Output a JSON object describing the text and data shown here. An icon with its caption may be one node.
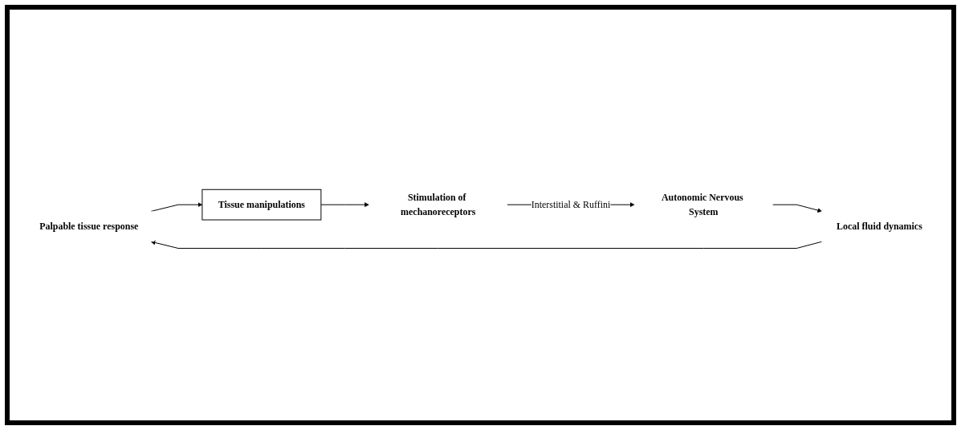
{
  "diagram": {
    "nodes": [
      {
        "text": [
          "Palpable tissue response"
        ]
      },
      {
        "text": [
          "Tissue manipulations"
        ]
      },
      {
        "text": [
          "Stimulation of mechanoreceptors"
        ]
      },
      {
        "text": [
          "Autonomic Nervous System"
        ]
      },
      {
        "text": [
          "Local fluid dynamics"
        ]
      }
    ],
    "edges": [
      {
        "from": 0,
        "to": 1,
        "arrow": "to"
      },
      {
        "from": 1,
        "to": 2,
        "arrow": "to"
      },
      {
        "from": 2,
        "to": 3,
        "arrow": "to",
        "label": "Interstitial & Ruffini"
      },
      {
        "from": 3,
        "to": 4,
        "arrow": "to"
      },
      {
        "from": 4,
        "to": 0,
        "arrow": "to"
      }
    ]
  }
}
